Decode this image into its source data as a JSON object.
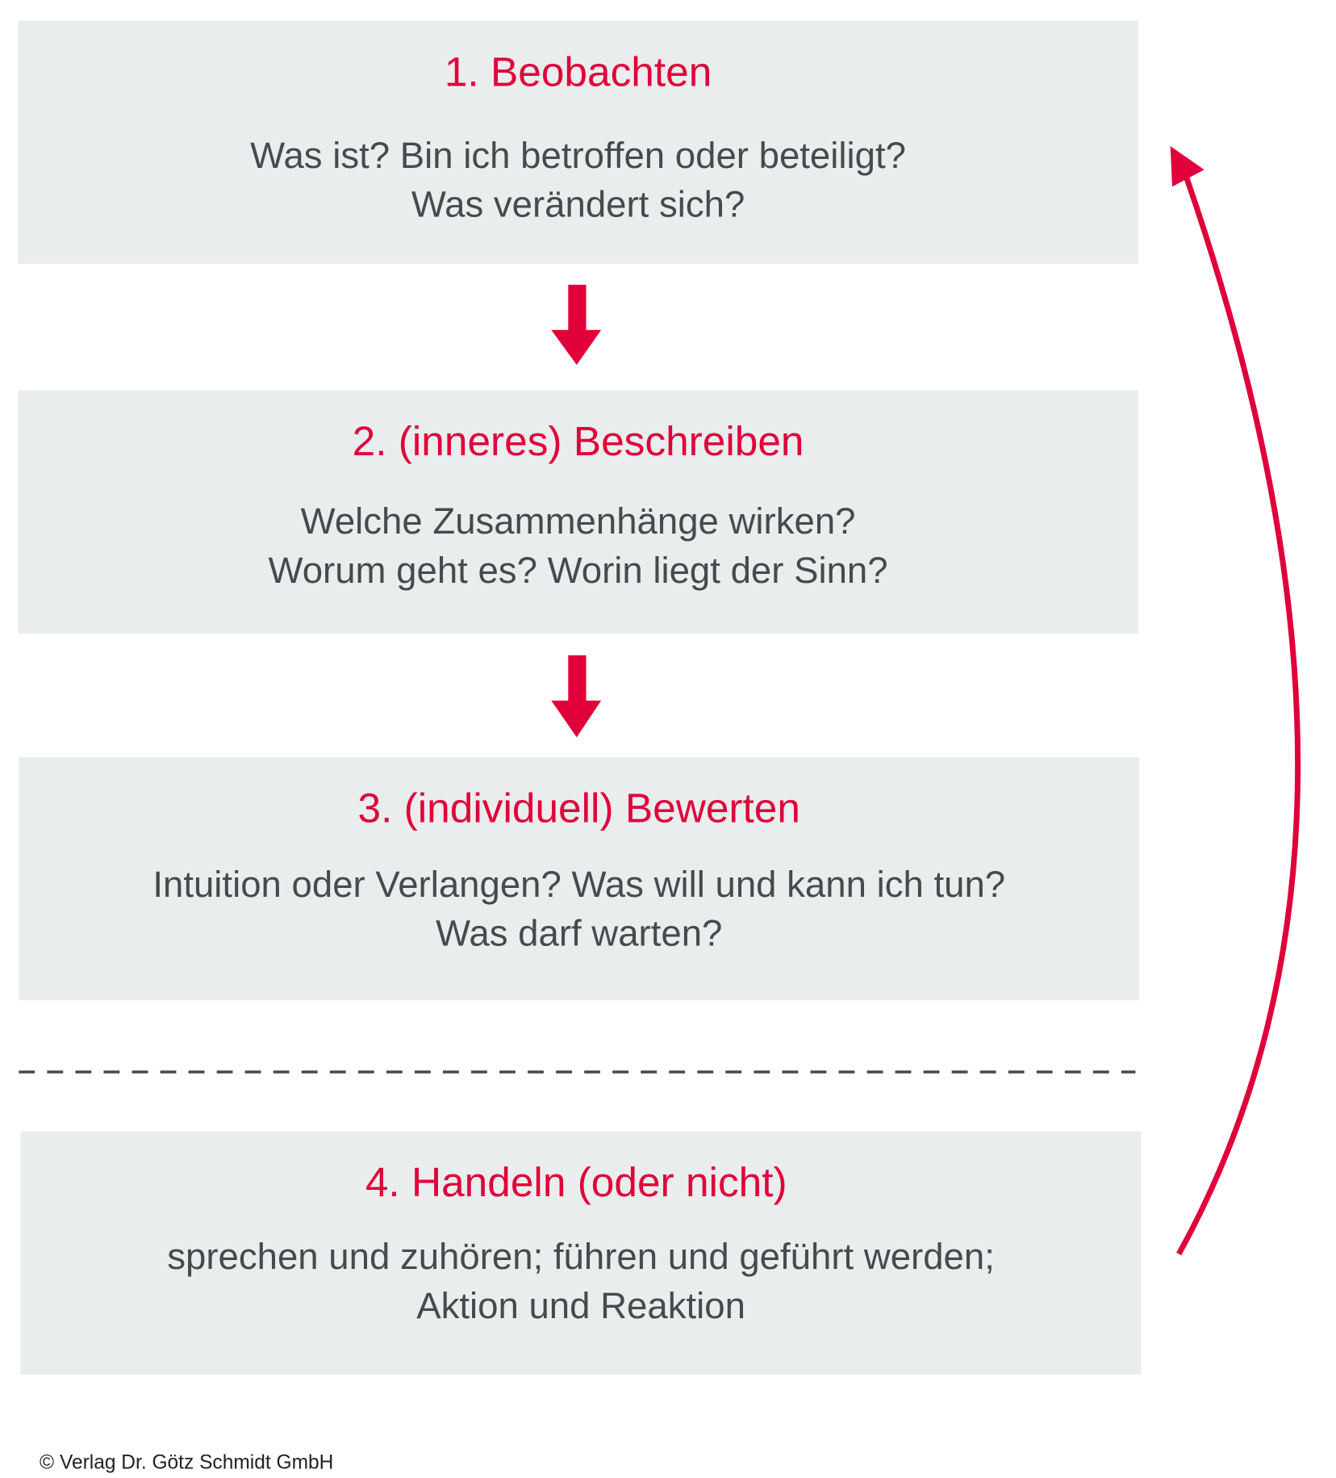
{
  "steps": [
    {
      "title": "1. Beobachten",
      "lines": [
        "Was ist? Bin ich betroffen oder beteiligt?",
        "Was verändert sich?"
      ]
    },
    {
      "title": "2. (inneres) Beschreiben",
      "lines": [
        "Welche Zusammenhänge wirken?",
        "Worum geht es? Worin liegt der Sinn?"
      ]
    },
    {
      "title": "3. (individuell) Bewerten",
      "lines": [
        "Intuition oder Verlangen? Was will und kann ich tun?",
        "Was darf warten?"
      ]
    },
    {
      "title": "4. Handeln (oder nicht)",
      "lines": [
        "sprechen und zuhören; führen und geführt werden;",
        "Aktion und Reaktion"
      ]
    }
  ],
  "copyright": "© Verlag Dr. Götz Schmidt GmbH",
  "colors": {
    "accent": "#e0003a",
    "box": "#e9eded",
    "text": "#434c4c"
  }
}
